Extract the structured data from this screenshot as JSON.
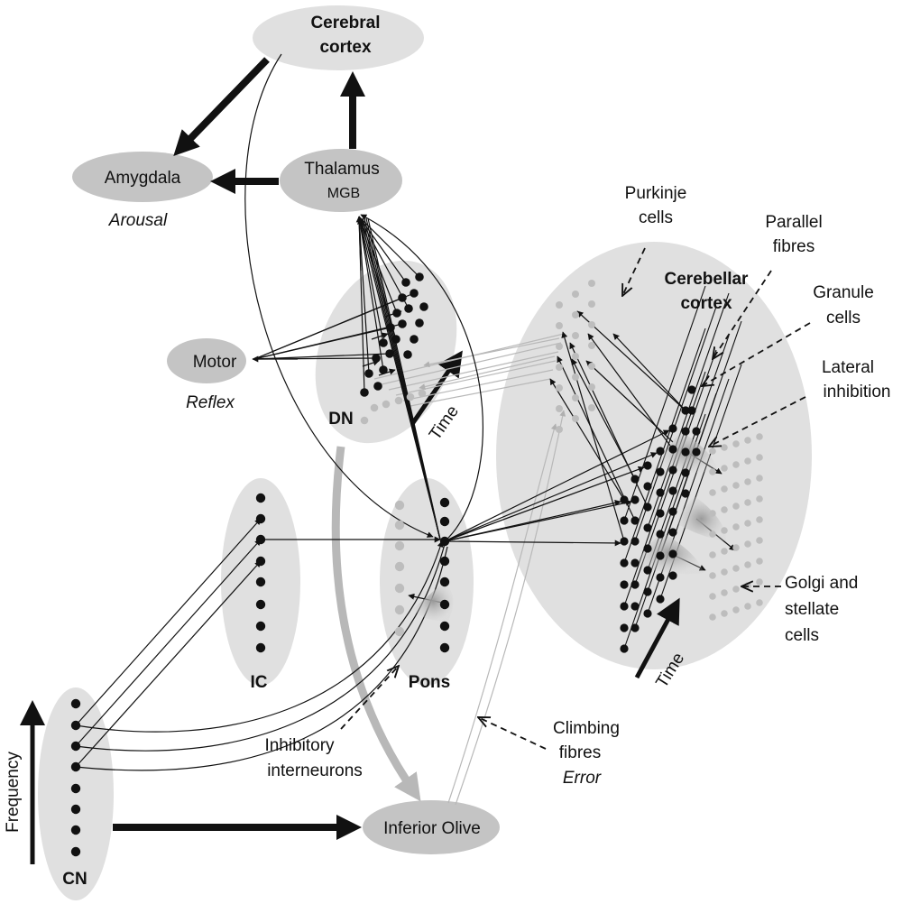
{
  "regions": {
    "cerebral_cortex": [
      "Cerebral",
      "cortex"
    ],
    "amygdala": "Amygdala",
    "arousal": "Arousal",
    "thalamus": "Thalamus",
    "mgb": "MGB",
    "motor": "Motor",
    "reflex": "Reflex",
    "dn": "DN",
    "ic": "IC",
    "pons": "Pons",
    "cn": "CN",
    "inferior_olive": "Inferior Olive",
    "cerebellar_cortex": [
      "Cerebellar",
      "cortex"
    ]
  },
  "annotations": {
    "purkinje": [
      "Purkinje",
      "cells"
    ],
    "parallel": [
      "Parallel",
      "fibres"
    ],
    "granule": [
      "Granule",
      "cells"
    ],
    "lateral": [
      "Lateral",
      "inhibition"
    ],
    "golgi": [
      "Golgi and",
      "stellate",
      "cells"
    ],
    "climbing": [
      "Climbing",
      "fibres"
    ],
    "error": "Error",
    "inhibitory": [
      "Inhibitory",
      "interneurons"
    ],
    "time_dn": "Time",
    "time_cb": "Time",
    "frequency": "Frequency"
  },
  "colors": {
    "region_light": "#e0e0e0",
    "region_mid": "#c4c4c4",
    "region_dark": "#b4b4b4",
    "neuron_black": "#111111",
    "neuron_grey": "#bdbdbd",
    "fibre_grey": "#b8b8b8"
  }
}
